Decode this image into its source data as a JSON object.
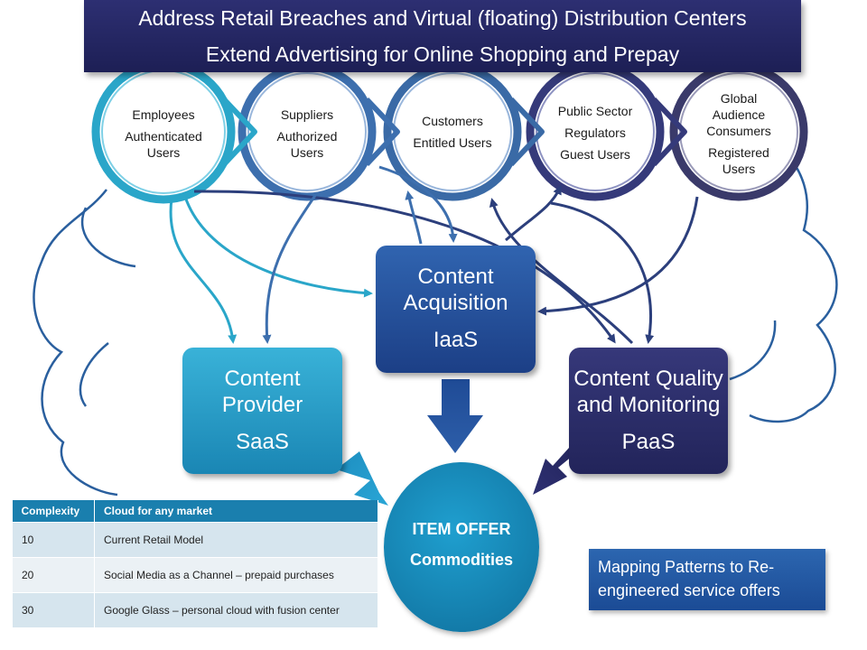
{
  "banner": {
    "line1": "Address Retail Breaches and Virtual (floating) Distribution Centers",
    "line2": "Extend Advertising for Online Shopping and Prepay"
  },
  "circles": [
    {
      "lines": [
        "Employees",
        "",
        "Authenticated",
        "Users"
      ]
    },
    {
      "lines": [
        "Suppliers",
        "",
        "Authorized",
        "Users"
      ]
    },
    {
      "lines": [
        "Customers",
        "",
        "Entitled Users"
      ]
    },
    {
      "lines": [
        "Public Sector",
        "",
        "Regulators",
        "",
        "Guest Users"
      ]
    },
    {
      "lines": [
        "Global",
        "Audience",
        "Consumers",
        "",
        "Registered",
        "Users"
      ]
    }
  ],
  "boxes": {
    "acquisition": {
      "title_1": "Content",
      "title_2": "Acquisition",
      "service": "IaaS"
    },
    "provider": {
      "title_1": "Content",
      "title_2": "Provider",
      "service": "SaaS"
    },
    "quality": {
      "title_1": "Content Quality",
      "title_2": "and Monitoring",
      "service": "PaaS"
    }
  },
  "item_offer": {
    "line1": "ITEM OFFER",
    "line2": "Commodities"
  },
  "table": {
    "headers": [
      "Complexity",
      "Cloud for any market"
    ],
    "rows": [
      [
        "10",
        "Current Retail Model"
      ],
      [
        "20",
        "Social Media as a Channel – prepaid purchases"
      ],
      [
        "30",
        "Google Glass – personal cloud with fusion center"
      ]
    ]
  },
  "note": {
    "text": "Mapping Patterns to Re-engineered service offers"
  },
  "colors": {
    "banner": "#1d1f55",
    "acquisition": "#1c3f86",
    "provider": "#1a86b4",
    "quality": "#22245a",
    "item_offer": "#0f6f9c",
    "cloud_outline": "#2a5f9e"
  }
}
